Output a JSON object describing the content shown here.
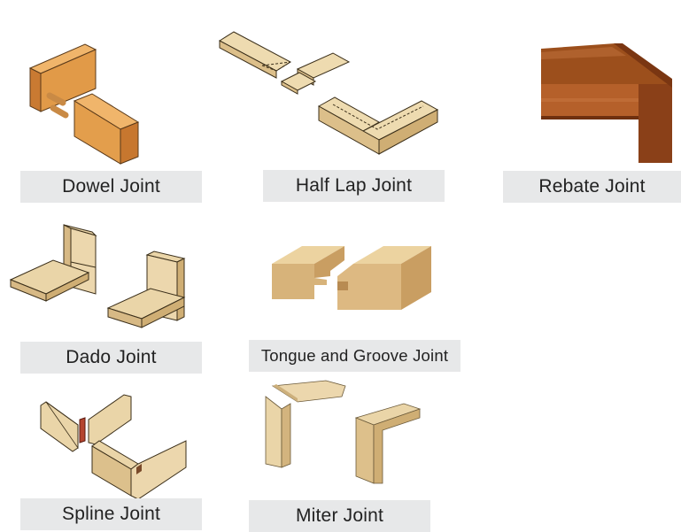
{
  "joints": [
    {
      "id": "dowel",
      "label": "Dowel Joint",
      "icon": "dowel-joint-illustration"
    },
    {
      "id": "half-lap",
      "label": "Half Lap Joint",
      "icon": "half-lap-joint-illustration"
    },
    {
      "id": "rebate",
      "label": "Rebate Joint",
      "icon": "rebate-joint-illustration"
    },
    {
      "id": "dado",
      "label": "Dado Joint",
      "icon": "dado-joint-illustration"
    },
    {
      "id": "tongue-groove",
      "label": "Tongue and Groove Joint",
      "icon": "tongue-and-groove-joint-illustration"
    },
    {
      "id": "spline",
      "label": "Spline Joint",
      "icon": "spline-joint-illustration"
    },
    {
      "id": "miter",
      "label": "Miter Joint",
      "icon": "miter-joint-illustration"
    }
  ],
  "colors": {
    "label_background": "#e7e8e9",
    "wood_light": "#ead5a8",
    "wood_tan": "#dcb77a",
    "wood_orange": "#d98a3c",
    "wood_brown": "#9c4f1c",
    "spline_red": "#b5452f"
  }
}
